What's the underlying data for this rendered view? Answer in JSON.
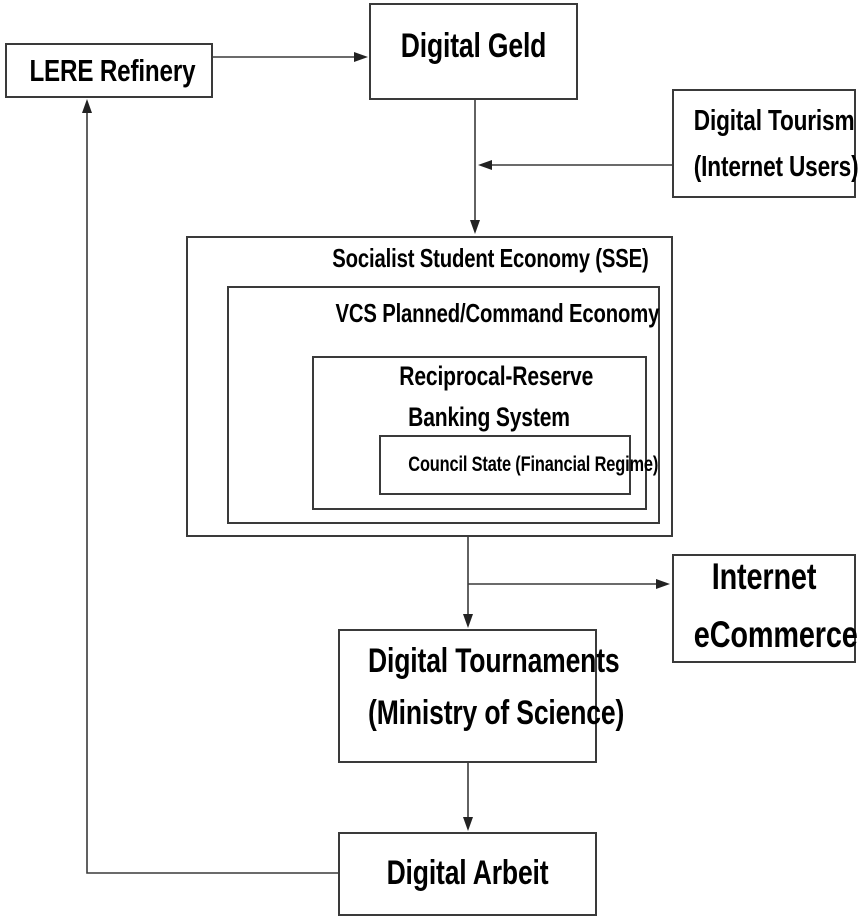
{
  "diagram": {
    "nodes": {
      "lere_refinery": {
        "label": "LERE Refinery"
      },
      "digital_geld": {
        "label": "Digital Geld"
      },
      "digital_tourism": {
        "line1": "Digital Tourism",
        "line2": "(Internet Users)"
      },
      "sse": {
        "label": "Socialist Student Economy (SSE)"
      },
      "vcs": {
        "label": "VCS Planned/Command Economy"
      },
      "reciprocal": {
        "line1": "Reciprocal-Reserve",
        "line2": "Banking System"
      },
      "council_state": {
        "label": "Council State (Financial Regime)"
      },
      "internet_ecommerce": {
        "line1": "Internet",
        "line2": "eCommerce"
      },
      "digital_tournaments": {
        "line1": "Digital Tournaments",
        "line2": "(Ministry of Science)"
      },
      "digital_arbeit": {
        "label": "Digital Arbeit"
      }
    },
    "edges": [
      {
        "from": "LERE Refinery",
        "to": "Digital Geld"
      },
      {
        "from": "Digital Geld",
        "to": "Socialist Student Economy (SSE)"
      },
      {
        "from": "Digital Tourism (Internet Users)",
        "to": "Digital Geld → SSE flow"
      },
      {
        "from": "Socialist Student Economy (SSE)",
        "to": "Digital Tournaments (Ministry of Science)"
      },
      {
        "from": "Socialist Student Economy (SSE)",
        "to": "Internet eCommerce"
      },
      {
        "from": "Digital Tournaments (Ministry of Science)",
        "to": "Digital Arbeit"
      },
      {
        "from": "Digital Arbeit",
        "to": "LERE Refinery"
      }
    ]
  }
}
